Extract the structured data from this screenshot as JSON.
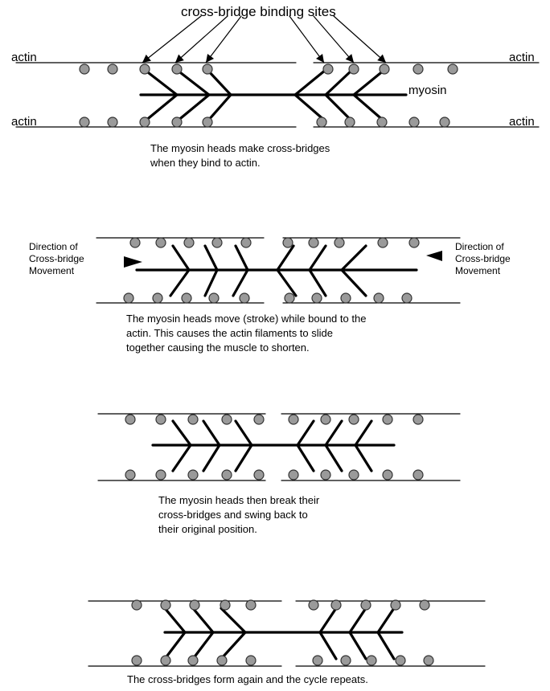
{
  "labels": {
    "binding_sites": "cross-bridge binding sites",
    "actin": "actin",
    "myosin": "myosin",
    "direction_left": [
      "Direction of",
      "Cross-bridge",
      "Movement"
    ],
    "direction_right": [
      "Direction of",
      "Cross-bridge",
      "Movement"
    ]
  },
  "captions": {
    "step1": [
      "The myosin heads make cross-bridges",
      "when they bind to actin."
    ],
    "step2": [
      "The myosin heads move (stroke) while bound to the",
      "actin.  This causes the actin filaments to slide",
      "together causing the muscle to shorten."
    ],
    "step3": [
      "The myosin heads then break their",
      "cross-bridges and swing back to",
      "their original position."
    ],
    "step4": [
      "The cross-bridges form again and the cycle repeats."
    ]
  },
  "colors": {
    "line": "#000000",
    "site_fill": "#9a9a9a",
    "site_stroke": "#333333"
  }
}
